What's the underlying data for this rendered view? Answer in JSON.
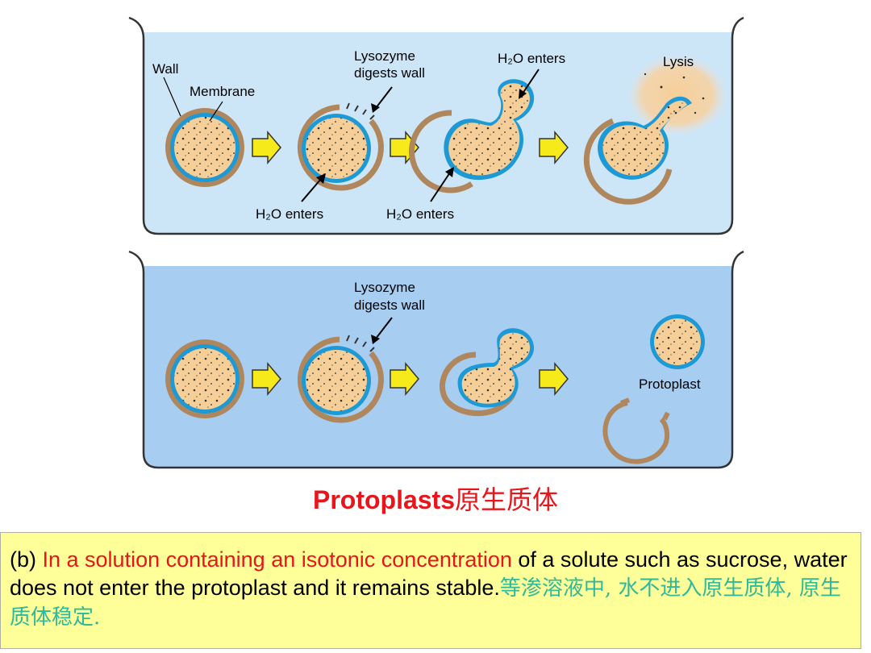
{
  "labels": {
    "wall": "Wall",
    "membrane": "Membrane",
    "lysozyme_top_line1": "Lysozyme",
    "lysozyme_top_line2": "digests wall",
    "h2o_top": "H₂O enters",
    "lysis": "Lysis",
    "h2o_bottom_1": "H₂O enters",
    "h2o_bottom_2": "H₂O enters",
    "lysozyme_bottom_line1": "Lysozyme",
    "lysozyme_bottom_line2": "digests wall",
    "protoplast": "Protoplast"
  },
  "title": {
    "english": "Protoplasts",
    "chinese": "原生质体"
  },
  "caption": {
    "prefix": "(b) ",
    "highlight": "In a solution containing an isotonic concentration",
    "rest": " of a solute such as sucrose, water does not enter the protoplast and it remains stable.",
    "chinese": "等渗溶液中, 水不进入原生质体, 原生质体稳定."
  },
  "colors": {
    "beaker_top_fill": "#cde6f7",
    "beaker_bottom_fill": "#a7cdf1",
    "cytoplasm": "#f6cf98",
    "membrane": "#1d9ad6",
    "wall": "#b0865c",
    "arrow_fill": "#f7ea1a",
    "title_red": "#e8151b",
    "caption_bg": "#ffff99",
    "caption_green": "#2fb89a"
  }
}
